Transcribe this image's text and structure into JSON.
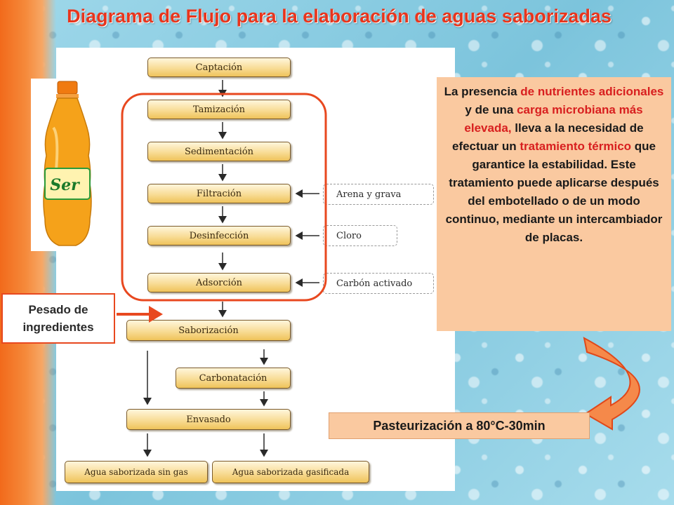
{
  "title": "Diagrama de Flujo para la elaboración de aguas saborizadas",
  "steps": {
    "captacion": "Captación",
    "tamizacion": "Tamización",
    "sedimentacion": "Sedimentación",
    "filtracion": "Filtración",
    "desinfeccion": "Desinfección",
    "adsorcion": "Adsorción",
    "saborizacion": "Saborización",
    "carbonatacion": "Carbonatación",
    "envasado": "Envasado",
    "sin_gas": "Agua saborizada sin gas",
    "gasificada": "Agua saborizada gasificada"
  },
  "inputs": {
    "arena": "Arena y grava",
    "cloro": "Cloro",
    "carbon": "Carbón activado"
  },
  "pesado": {
    "line1": "Pesado de",
    "line2": "ingredientes"
  },
  "info": {
    "p1": "La presencia ",
    "h1": "de nutrientes adicionales",
    "p2": " y de una ",
    "h2": "carga microbiana más elevada,",
    "p3": " lleva a la necesidad de efectuar un ",
    "h3": "tratamiento térmico",
    "p4": " que garantice la estabilidad. Este tratamiento puede aplicarse después del embotellado o de un modo continuo, mediante un intercambiador de placas."
  },
  "pasteurizacion": "Pasteurización a 80°C-30min",
  "bottle_label": "Ser",
  "colors": {
    "title": "#e8351d",
    "highlight": "#d81f1f",
    "info_bg": "#fac9a0",
    "red_outline": "#e8481f",
    "step_fill": "#f8dc96"
  }
}
